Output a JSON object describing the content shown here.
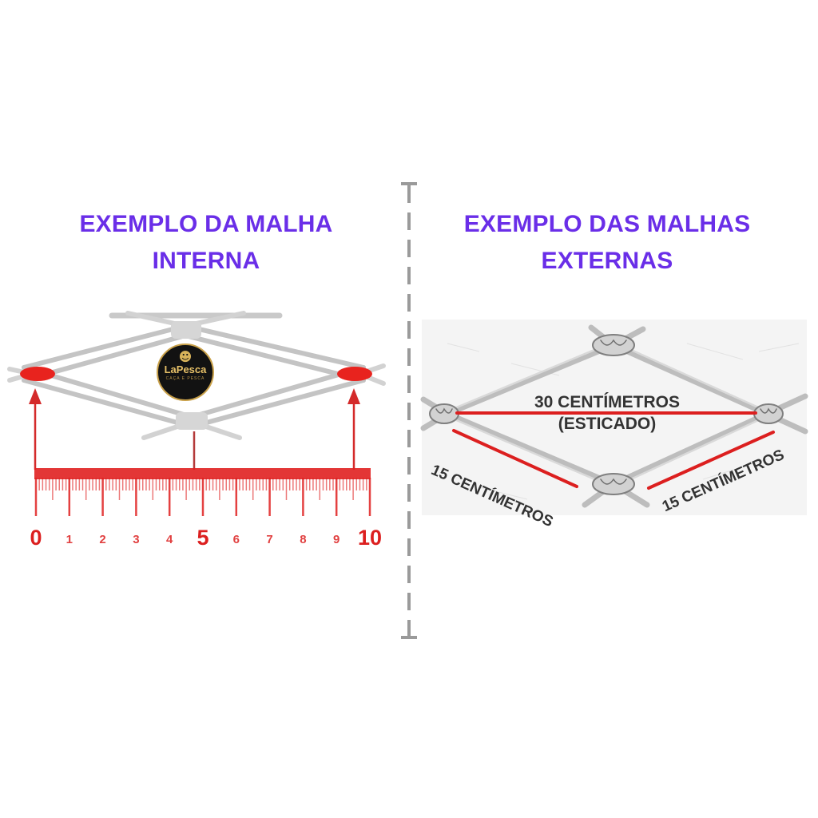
{
  "left": {
    "title_line1": "EXEMPLO DA MALHA",
    "title_line2": "INTERNA",
    "logo_name": "LaPesca",
    "logo_tagline": "CAÇA E PESCA",
    "ruler_numbers": [
      "0",
      "1",
      "2",
      "3",
      "4",
      "5",
      "6",
      "7",
      "8",
      "9",
      "10"
    ]
  },
  "right": {
    "title_line1": "EXEMPLO DAS MALHAS",
    "title_line2": "EXTERNAS",
    "measure_top_line1": "30 CENTÍMETROS",
    "measure_top_line2": "(ESTICADO)",
    "measure_left": "15 CENTÍMETROS",
    "measure_right": "15 CENTÍMETROS"
  },
  "colors": {
    "title": "#6a2ee8",
    "measure_red": "#dc1f1f",
    "strand_grey": "#c8c8c8",
    "divider": "#9a9a9a"
  }
}
